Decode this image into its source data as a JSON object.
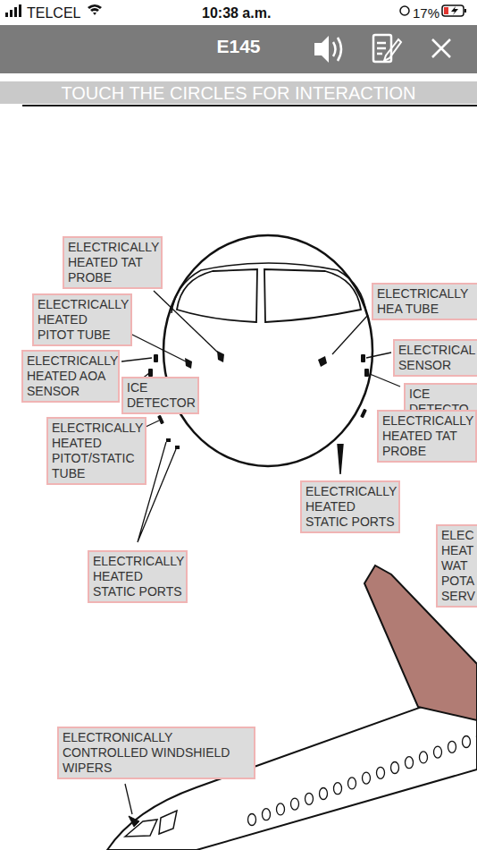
{
  "diagram": {
    "title": "E145",
    "nodes": [
      {
        "text": [
          "ELECTRICALLY HEATED TAT PROBE"
        ]
      },
      {
        "text": [
          "ELECTRICALLY HEA TUBE"
        ]
      },
      {
        "text": [
          "ELECTRICALLY HEATED PITOT TUBE"
        ]
      },
      {
        "text": [
          "ELECTRICAL SENSOR"
        ]
      },
      {
        "text": [
          "ELECTRICALLY HEATED AOA SENSOR"
        ]
      },
      {
        "text": [
          "ICE DETECTOR"
        ]
      },
      {
        "text": [
          "ICE DETECTO"
        ]
      },
      {
        "text": [
          "ELECTRICALLY HEATED TAT PROBE"
        ]
      },
      {
        "text": [
          "ELECTRICALLY HEATED PITOT/STATIC TUBE"
        ]
      },
      {
        "text": [
          "ELECTRICALLY HEATED STATIC PORTS"
        ]
      },
      {
        "text": [
          "ELECTRICALLY HEATED STATIC PORTS"
        ]
      },
      {
        "text": [
          "ELEC HEAT WAT POTA SERV"
        ]
      },
      {
        "text": [
          "ELECTRONICALLY CONTROLLED WINDSHIELD WIPERS"
        ]
      }
    ],
    "labels": [
      "TELCEL",
      "10:38 a.m.",
      "17%",
      "TOUCH THE CIRCLES FOR INTERACTION"
    ]
  }
}
